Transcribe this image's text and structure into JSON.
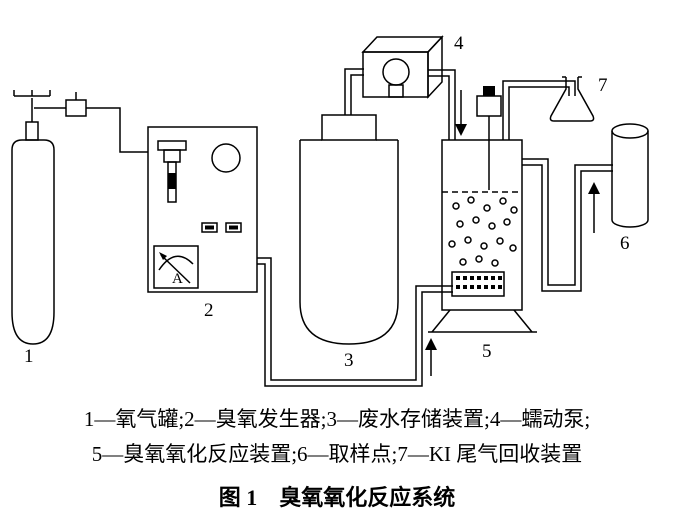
{
  "figure": {
    "caption_line1": "1—氧气罐;2—臭氧发生器;3—废水存储装置;4—蠕动泵;",
    "caption_line2": "5—臭氧氧化反应装置;6—取样点;7—KI 尾气回收装置",
    "title": "图 1　臭氧氧化反应系统"
  },
  "labels": {
    "oxygen_tank": "1",
    "ozone_generator": "2",
    "wastewater_storage": "3",
    "peristaltic_pump": "4",
    "reactor": "5",
    "sampling_point": "6",
    "ki_trap": "7",
    "ammeter": "A"
  },
  "colors": {
    "line": "#000000",
    "background": "#ffffff"
  }
}
